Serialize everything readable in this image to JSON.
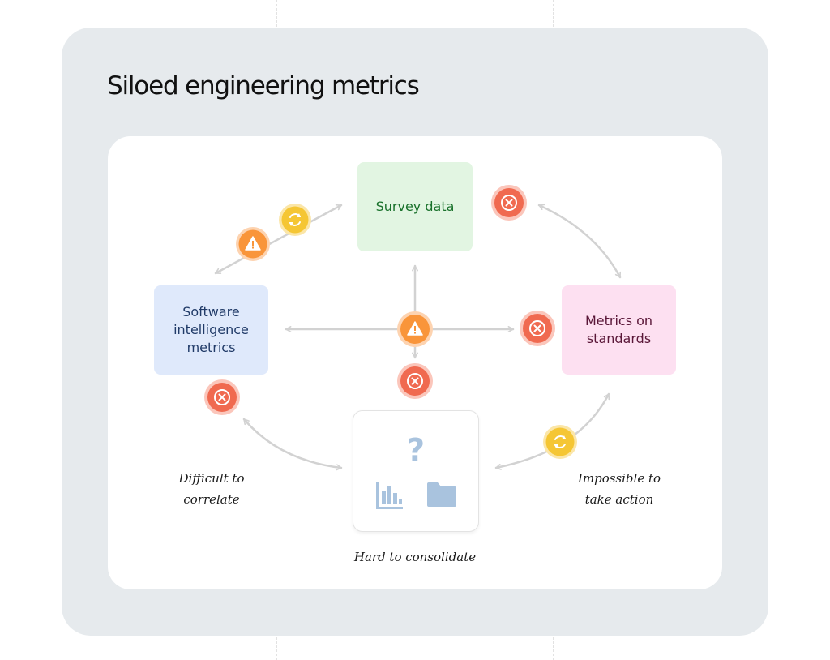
{
  "title": "Siloed engineering metrics",
  "nodes": {
    "survey": "Survey data",
    "software": "Software\nintelligence\nmetrics",
    "standards": "Metrics on\nstandards",
    "consolidate_symbol": "?"
  },
  "annotations": {
    "correlate": "Difficult to\ncorrelate",
    "consolidate": "Hard to consolidate",
    "action": "Impossible to\ntake action"
  },
  "badge_icons": {
    "error": "close-icon",
    "warning": "warning-icon",
    "sync": "sync-icon"
  },
  "colors": {
    "error": "#f06a50",
    "warning": "#f9953a",
    "sync": "#f5c634",
    "arrow": "#d2d2d2"
  }
}
